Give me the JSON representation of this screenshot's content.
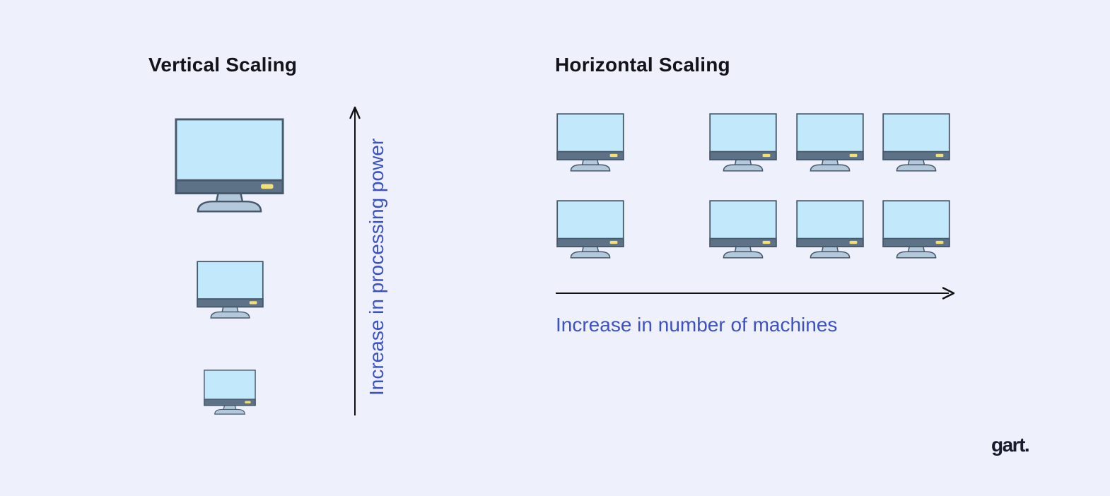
{
  "sections": {
    "vertical_scaling": {
      "title": "Vertical Scaling",
      "axis_label": "Increase in processing power",
      "axis_direction": "up",
      "monitor_sizes": [
        "large",
        "medium",
        "small"
      ],
      "monitor_count": 3
    },
    "horizontal_scaling": {
      "title": "Horizontal Scaling",
      "axis_label": "Increase in number of machines",
      "axis_direction": "right",
      "rows": 2,
      "monitors_per_row": 4,
      "monitor_count": 8
    }
  },
  "logo": {
    "text": "gart."
  },
  "icon": {
    "name": "desktop-monitor-icon",
    "screen_color": "#C2E8FB",
    "bezel_color": "#5E7287",
    "stand_color": "#B3C8DB",
    "outline_color": "#47586B",
    "power_button_color": "#F2DF78"
  },
  "colors": {
    "background": "#EEF1FC",
    "title_text": "#13131A",
    "axis_label_text": "#3C51C4",
    "arrow": "#111111",
    "logo_text": "#1A1A2F"
  }
}
